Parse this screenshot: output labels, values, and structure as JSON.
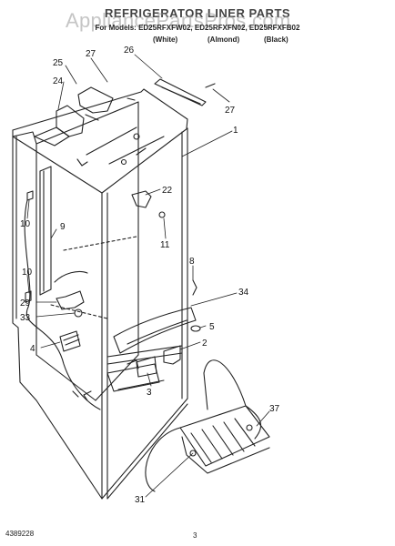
{
  "header": {
    "title": "REFRIGERATOR LINER PARTS",
    "watermark": "AppliancePartsPros.com",
    "models": "For Models: ED25RFXFW02, ED25RFXFN02, ED25RFXFB02",
    "finishes": [
      "(White)",
      "(Almond)",
      "(Black)"
    ]
  },
  "callouts": [
    {
      "id": "25",
      "label": "25"
    },
    {
      "id": "27a",
      "label": "27"
    },
    {
      "id": "26",
      "label": "26"
    },
    {
      "id": "24",
      "label": "24"
    },
    {
      "id": "27b",
      "label": "27"
    },
    {
      "id": "1",
      "label": "1"
    },
    {
      "id": "22",
      "label": "22"
    },
    {
      "id": "10a",
      "label": "10"
    },
    {
      "id": "11",
      "label": "11"
    },
    {
      "id": "9",
      "label": "9"
    },
    {
      "id": "8",
      "label": "8"
    },
    {
      "id": "10b",
      "label": "10"
    },
    {
      "id": "34",
      "label": "34"
    },
    {
      "id": "29",
      "label": "29"
    },
    {
      "id": "33",
      "label": "33"
    },
    {
      "id": "5",
      "label": "5"
    },
    {
      "id": "4",
      "label": "4"
    },
    {
      "id": "2",
      "label": "2"
    },
    {
      "id": "3",
      "label": "3"
    },
    {
      "id": "37",
      "label": "37"
    },
    {
      "id": "31",
      "label": "31"
    }
  ],
  "footer": {
    "part_number": "4389228",
    "page": "3"
  }
}
